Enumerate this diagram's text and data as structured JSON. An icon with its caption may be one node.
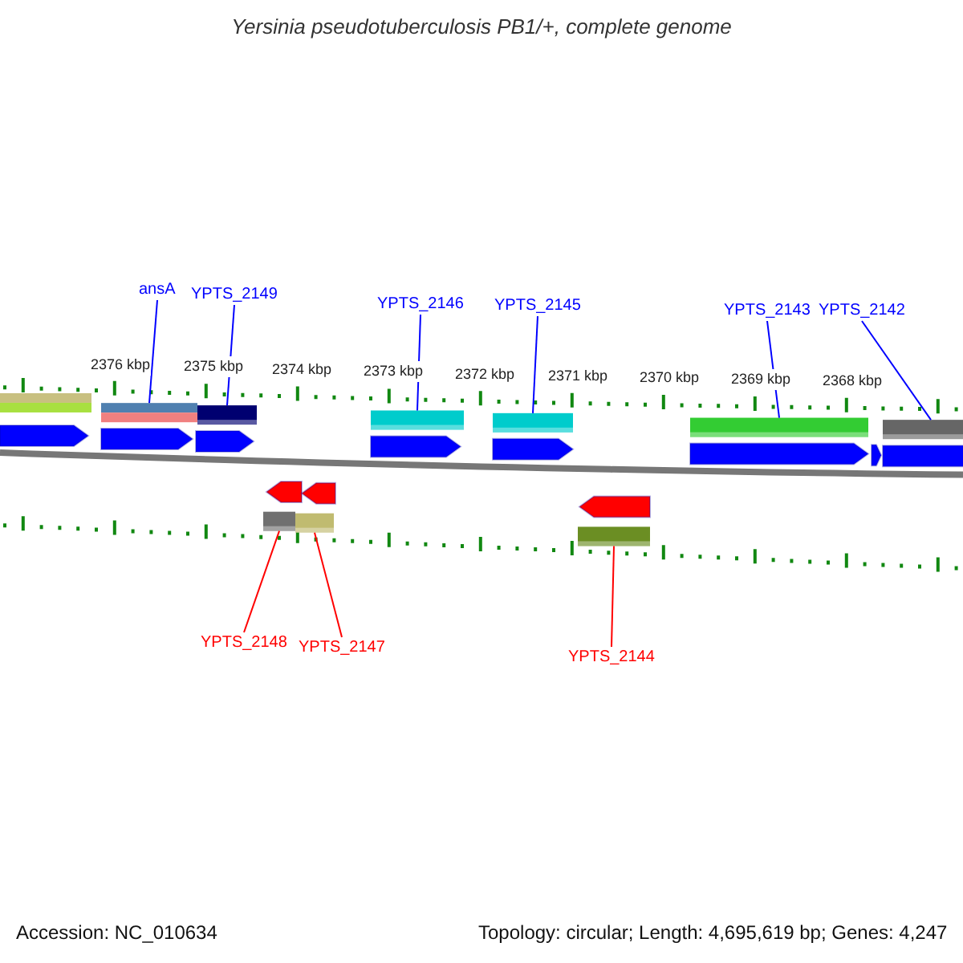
{
  "diagram": {
    "title": "Yersinia pseudotuberculosis PB1/+, complete genome",
    "nodes": [
      {
        "text": [
          "ansA"
        ]
      },
      {
        "text": [
          "YPTS_2149"
        ]
      },
      {
        "text": [
          "YPTS_2146"
        ]
      },
      {
        "text": [
          "YPTS_2145"
        ]
      },
      {
        "text": [
          "YPTS_2143"
        ]
      },
      {
        "text": [
          "YPTS_2142"
        ]
      },
      {
        "text": [],
        "shape": "bar"
      },
      {
        "text": [],
        "shape": "bar"
      },
      {
        "text": [],
        "shape": "bar"
      },
      {
        "text": [],
        "shape": "bar"
      },
      {
        "text": [],
        "shape": "bar"
      },
      {
        "text": [],
        "shape": "bar"
      },
      {
        "text": [],
        "shape": "bar"
      },
      {
        "text": [],
        "shape": "bar"
      },
      {
        "text": [],
        "shape": "bar"
      },
      {
        "text": [
          "YPTS_2148"
        ]
      },
      {
        "text": [
          "YPTS_2147"
        ]
      },
      {
        "text": [
          "YPTS_2144"
        ]
      }
    ],
    "edges": [
      {
        "from": 0,
        "to": 6,
        "arrow": "none"
      },
      {
        "from": 1,
        "to": 7,
        "arrow": "none"
      },
      {
        "from": 2,
        "to": 8,
        "arrow": "none"
      },
      {
        "from": 3,
        "to": 9,
        "arrow": "none"
      },
      {
        "from": 4,
        "to": 10,
        "arrow": "none"
      },
      {
        "from": 5,
        "to": 11,
        "arrow": "none"
      },
      {
        "from": 15,
        "to": 12,
        "arrow": "none",
        "color": "#ff0000"
      },
      {
        "from": 16,
        "to": 13,
        "arrow": "none",
        "color": "#ff0000"
      },
      {
        "from": 17,
        "to": 14,
        "arrow": "none",
        "color": "#ff0000"
      }
    ],
    "labels": [
      "2376 kbp",
      "2375 kbp",
      "2374 kbp",
      "2373 kbp",
      "2372 kbp",
      "2371 kbp",
      "2370 kbp",
      "2369 kbp",
      "2368 kbp",
      "Accession: NC_010634",
      "Topology: circular; Length: 4,695,619 bp; Genes: 4,247"
    ]
  }
}
